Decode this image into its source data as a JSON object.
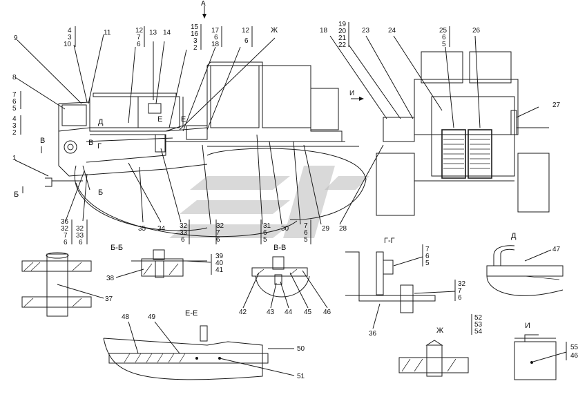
{
  "view_arrows": {
    "A": "А",
    "I": "И"
  },
  "callouts_top": [
    {
      "id": "c9",
      "text": "9"
    },
    {
      "id": "c4a",
      "text": "4"
    },
    {
      "id": "c3a",
      "text": "3"
    },
    {
      "id": "c10",
      "text": "10"
    },
    {
      "id": "c11",
      "text": "11"
    },
    {
      "id": "c12a",
      "text": "12"
    },
    {
      "id": "c7a",
      "text": "7"
    },
    {
      "id": "c6a",
      "text": "6"
    },
    {
      "id": "c13",
      "text": "13"
    },
    {
      "id": "c14",
      "text": "14"
    },
    {
      "id": "c15",
      "text": "15"
    },
    {
      "id": "c16",
      "text": "16"
    },
    {
      "id": "c3b",
      "text": "3"
    },
    {
      "id": "c2a",
      "text": "2"
    },
    {
      "id": "c17",
      "text": "17"
    },
    {
      "id": "c6b",
      "text": "6"
    },
    {
      "id": "c18",
      "text": "18"
    },
    {
      "id": "c12b",
      "text": "12"
    },
    {
      "id": "c6c",
      "text": "6"
    },
    {
      "id": "cZh",
      "text": "Ж"
    },
    {
      "id": "c18b",
      "text": "18"
    },
    {
      "id": "c19",
      "text": "19"
    },
    {
      "id": "c20",
      "text": "20"
    },
    {
      "id": "c21",
      "text": "21"
    },
    {
      "id": "c22",
      "text": "22"
    },
    {
      "id": "c23",
      "text": "23"
    },
    {
      "id": "c24",
      "text": "24"
    },
    {
      "id": "c25",
      "text": "25"
    },
    {
      "id": "c6d",
      "text": "6"
    },
    {
      "id": "c5a",
      "text": "5"
    },
    {
      "id": "c26",
      "text": "26"
    },
    {
      "id": "c27",
      "text": "27"
    }
  ],
  "callouts_left": [
    {
      "id": "c8",
      "text": "8"
    },
    {
      "id": "c7b",
      "text": "7"
    },
    {
      "id": "c6e",
      "text": "6"
    },
    {
      "id": "c5b",
      "text": "5"
    },
    {
      "id": "c4b",
      "text": "4"
    },
    {
      "id": "c3c",
      "text": "3"
    },
    {
      "id": "c2b",
      "text": "2"
    },
    {
      "id": "c1",
      "text": "1"
    }
  ],
  "section_marks": {
    "B": "Б",
    "V": "В",
    "G": "Г",
    "D": "Д",
    "E": "Е",
    "I2": "И"
  },
  "callouts_bottom": [
    {
      "id": "c36a",
      "text": "36"
    },
    {
      "id": "c32a",
      "text": "32"
    },
    {
      "id": "c7c",
      "text": "7"
    },
    {
      "id": "c6f",
      "text": "6"
    },
    {
      "id": "c32b",
      "text": "32"
    },
    {
      "id": "c33a",
      "text": "33"
    },
    {
      "id": "c6g",
      "text": "6"
    },
    {
      "id": "c35",
      "text": "35"
    },
    {
      "id": "c34",
      "text": "34"
    },
    {
      "id": "c32c",
      "text": "32"
    },
    {
      "id": "c33b",
      "text": "33"
    },
    {
      "id": "c6h",
      "text": "6"
    },
    {
      "id": "c32d",
      "text": "32"
    },
    {
      "id": "c7d",
      "text": "7"
    },
    {
      "id": "c6i",
      "text": "6"
    },
    {
      "id": "c31",
      "text": "31"
    },
    {
      "id": "c6j",
      "text": "6"
    },
    {
      "id": "c5c",
      "text": "5"
    },
    {
      "id": "c30",
      "text": "30"
    },
    {
      "id": "c7e",
      "text": "7"
    },
    {
      "id": "c6k",
      "text": "6"
    },
    {
      "id": "c5d",
      "text": "5"
    },
    {
      "id": "c29",
      "text": "29"
    },
    {
      "id": "c28",
      "text": "28"
    }
  ],
  "details": {
    "bb": {
      "title": "Б-Б",
      "labels": [
        "39",
        "40",
        "41",
        "38",
        "37"
      ]
    },
    "vv": {
      "title": "В-В",
      "labels": [
        "42",
        "43",
        "44",
        "45",
        "46"
      ]
    },
    "gg": {
      "title": "Г-Г",
      "labels": [
        "7",
        "6",
        "5",
        "32",
        "7",
        "6",
        "36"
      ]
    },
    "d": {
      "title": "Д",
      "labels": [
        "47"
      ]
    },
    "ee": {
      "title": "Е-Е",
      "labels": [
        "48",
        "49",
        "50",
        "51"
      ]
    },
    "zh": {
      "title": "Ж",
      "labels": [
        "52",
        "53",
        "54"
      ]
    },
    "i": {
      "title": "И",
      "labels": [
        "55",
        "46"
      ]
    }
  }
}
